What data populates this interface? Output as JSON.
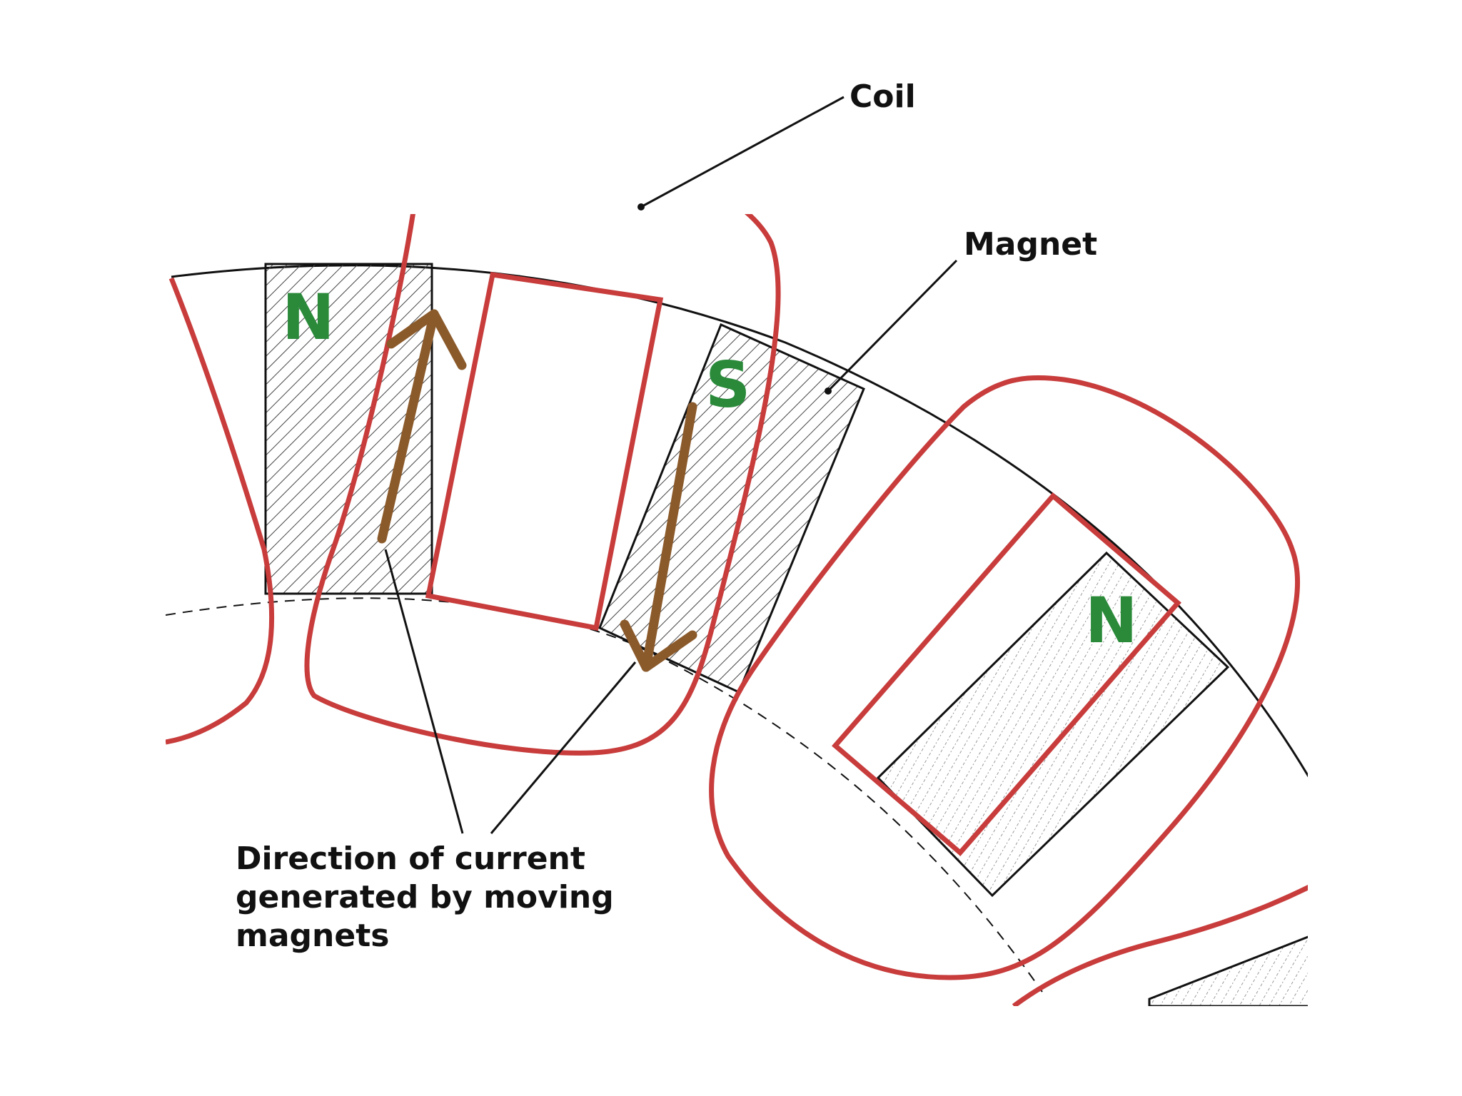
{
  "labels": {
    "coil": "Coil",
    "magnet": "Magnet",
    "current_line1": "Direction of current",
    "current_line2": "generated by moving",
    "current_line3": "magnets"
  },
  "poles": {
    "left": "N",
    "middle": "S",
    "right": "N"
  },
  "colors": {
    "coil": "#c83c3c",
    "arrow": "#8b5a2b",
    "pole_text": "#2a8a3a",
    "line": "#111111",
    "hatch": "#555555"
  }
}
